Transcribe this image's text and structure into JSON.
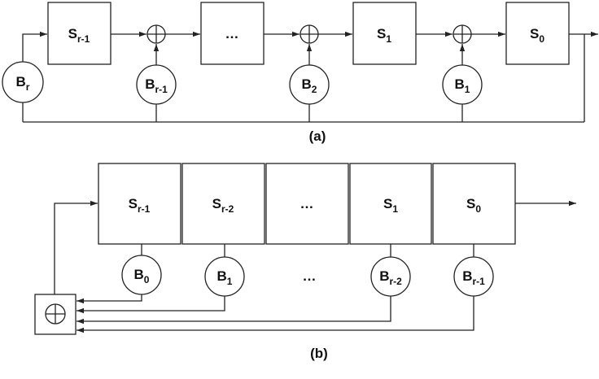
{
  "diagram_a": {
    "caption": "(a)",
    "stages": [
      {
        "base": "S",
        "sub": "r-1"
      },
      {
        "base": "…",
        "sub": ""
      },
      {
        "base": "S",
        "sub": "1"
      },
      {
        "base": "S",
        "sub": "0"
      }
    ],
    "coefficients": [
      {
        "base": "B",
        "sub": "r"
      },
      {
        "base": "B",
        "sub": "r-1"
      },
      {
        "base": "B",
        "sub": "2"
      },
      {
        "base": "B",
        "sub": "1"
      }
    ]
  },
  "diagram_b": {
    "caption": "(b)",
    "stages": [
      {
        "base": "S",
        "sub": "r-1"
      },
      {
        "base": "S",
        "sub": "r-2"
      },
      {
        "base": "…",
        "sub": ""
      },
      {
        "base": "S",
        "sub": "1"
      },
      {
        "base": "S",
        "sub": "0"
      }
    ],
    "coefficients": [
      {
        "base": "B",
        "sub": "0"
      },
      {
        "base": "B",
        "sub": "1"
      },
      {
        "base": "…",
        "sub": ""
      },
      {
        "base": "B",
        "sub": "r-2"
      },
      {
        "base": "B",
        "sub": "r-1"
      }
    ]
  }
}
